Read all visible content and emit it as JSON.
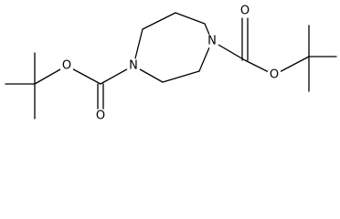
{
  "molecule": {
    "atoms": {
      "n_left": "N",
      "n_right": "N",
      "o_left_ester": "O",
      "o_left_carbonyl": "O",
      "o_right_ester": "O",
      "o_right_carbonyl": "O"
    },
    "colors": {
      "bond": "#000000",
      "label": "#000000",
      "background": "#ffffff"
    }
  }
}
